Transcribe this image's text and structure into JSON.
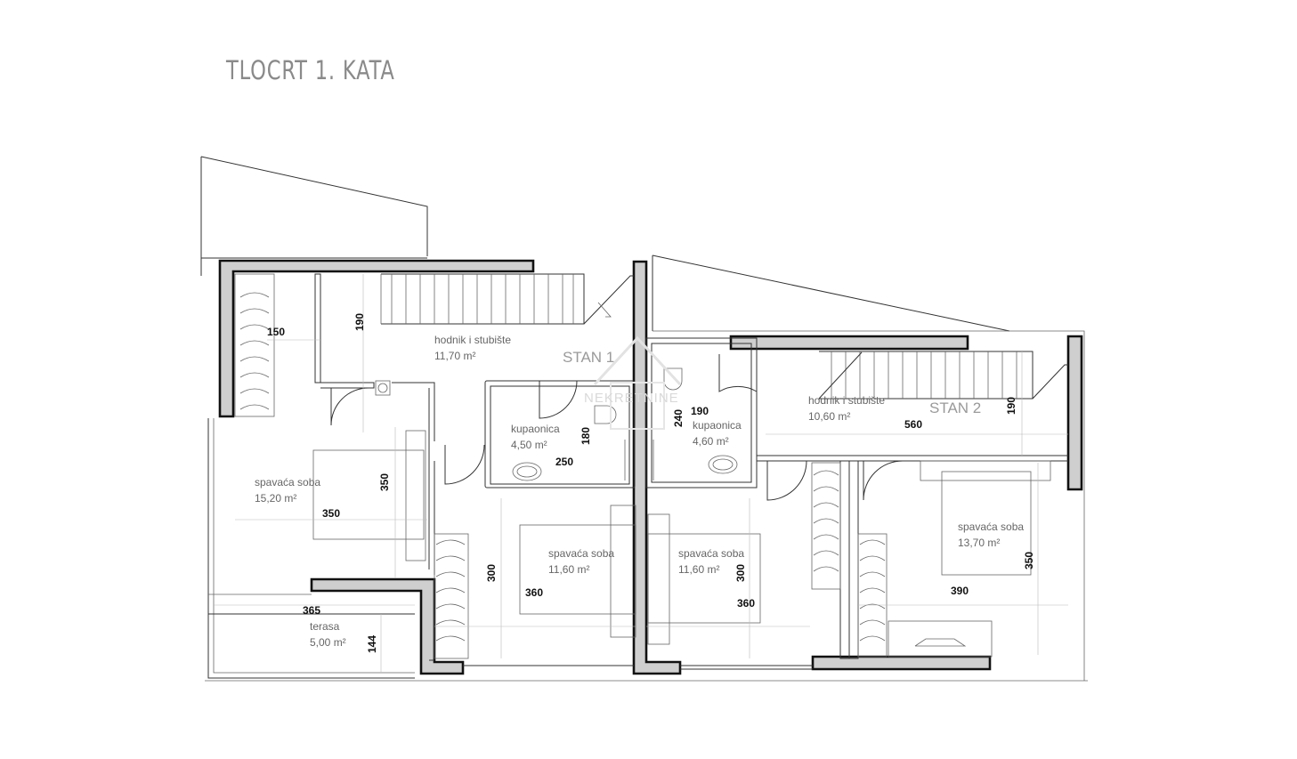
{
  "title": "TLOCRT 1. KATA",
  "watermark": "NEKRETNINE",
  "units": {
    "stan1": "STAN 1",
    "stan2": "STAN 2"
  },
  "rooms": {
    "hall1_name": "hodnik i stubište",
    "hall1_area": "11,70 m²",
    "bath1_name": "kupaonica",
    "bath1_area": "4,50 m²",
    "bed1_name": "spavaća soba",
    "bed1_area": "15,20 m²",
    "bed2_name": "spavaća soba",
    "bed2_area": "11,60 m²",
    "terrace_name": "terasa",
    "terrace_area": "5,00 m²",
    "bath2_name": "kupaonica",
    "bath2_area": "4,60 m²",
    "hall2_name": "hodnik i stubište",
    "hall2_area": "10,60 m²",
    "bed3_name": "spavaća soba",
    "bed3_area": "11,60 m²",
    "bed4_name": "spavaća soba",
    "bed4_area": "13,70 m²"
  },
  "dimensions": {
    "d150": "150",
    "d190a": "190",
    "d350v": "350",
    "d350h": "350",
    "d250": "250",
    "d180": "180",
    "d240": "240",
    "d190b": "190",
    "d560": "560",
    "d190c": "190",
    "d300a": "300",
    "d360a": "360",
    "d300b": "300",
    "d360b": "360",
    "d390": "390",
    "d350r": "350",
    "d365": "365",
    "d144": "144"
  }
}
